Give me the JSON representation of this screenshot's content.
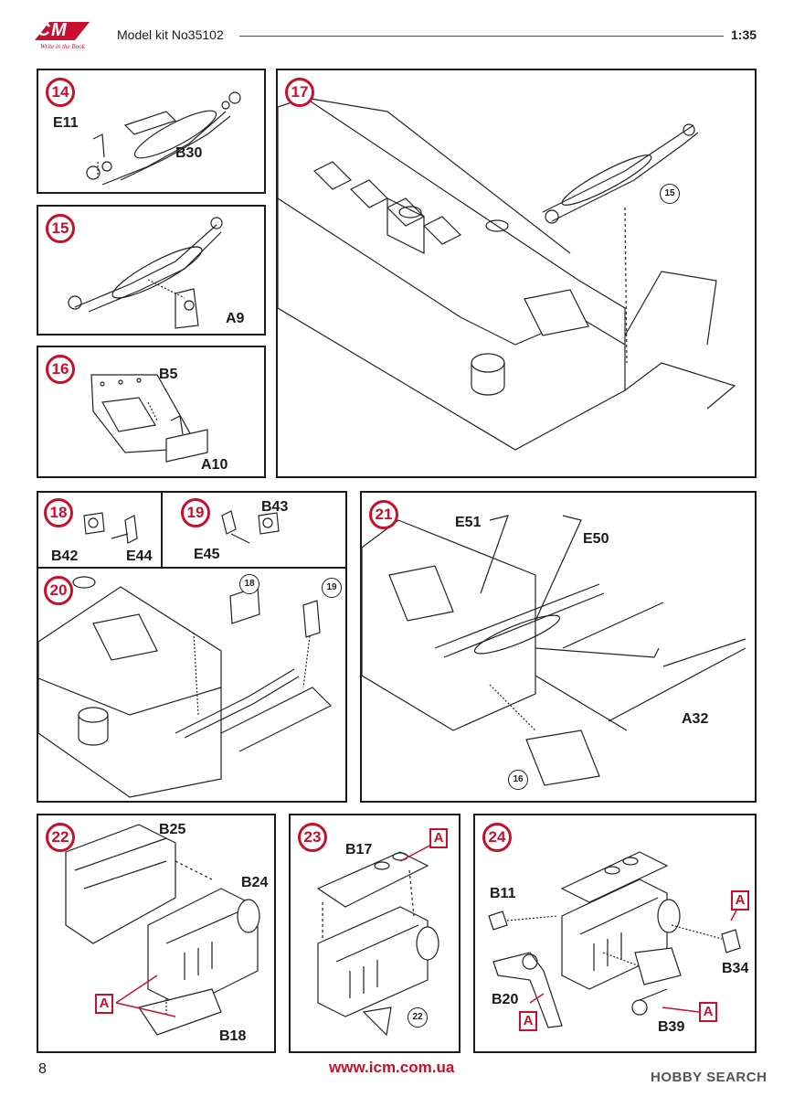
{
  "header": {
    "logo_text": "ICM",
    "logo_tagline": "Write in the Book",
    "model_kit": "Model kit No35102",
    "scale": "1:35"
  },
  "footer": {
    "page_number": "8",
    "url": "www.icm.com.ua",
    "watermark": "HOBBY SEARCH"
  },
  "colors": {
    "accent": "#c8102e",
    "ink": "#1a1a1a"
  },
  "steps": {
    "s14": {
      "number": "14",
      "parts": [
        "E11",
        "B30"
      ]
    },
    "s15": {
      "number": "15",
      "parts": [
        "A9"
      ]
    },
    "s16": {
      "number": "16",
      "parts": [
        "B5",
        "A10"
      ]
    },
    "s17": {
      "number": "17",
      "ref": "15"
    },
    "s18": {
      "number": "18",
      "parts": [
        "B42",
        "E44"
      ]
    },
    "s19": {
      "number": "19",
      "parts": [
        "B43",
        "E45"
      ]
    },
    "s20": {
      "number": "20",
      "refs": [
        "18",
        "19"
      ]
    },
    "s21": {
      "number": "21",
      "parts": [
        "E51",
        "E50",
        "A32"
      ],
      "ref": "16"
    },
    "s22": {
      "number": "22",
      "parts": [
        "B25",
        "B24",
        "B18"
      ],
      "marker": "A"
    },
    "s23": {
      "number": "23",
      "parts": [
        "B17"
      ],
      "marker": "A",
      "ref": "22"
    },
    "s24": {
      "number": "24",
      "parts": [
        "B11",
        "B34",
        "B20",
        "B39"
      ],
      "marker": "A"
    }
  }
}
